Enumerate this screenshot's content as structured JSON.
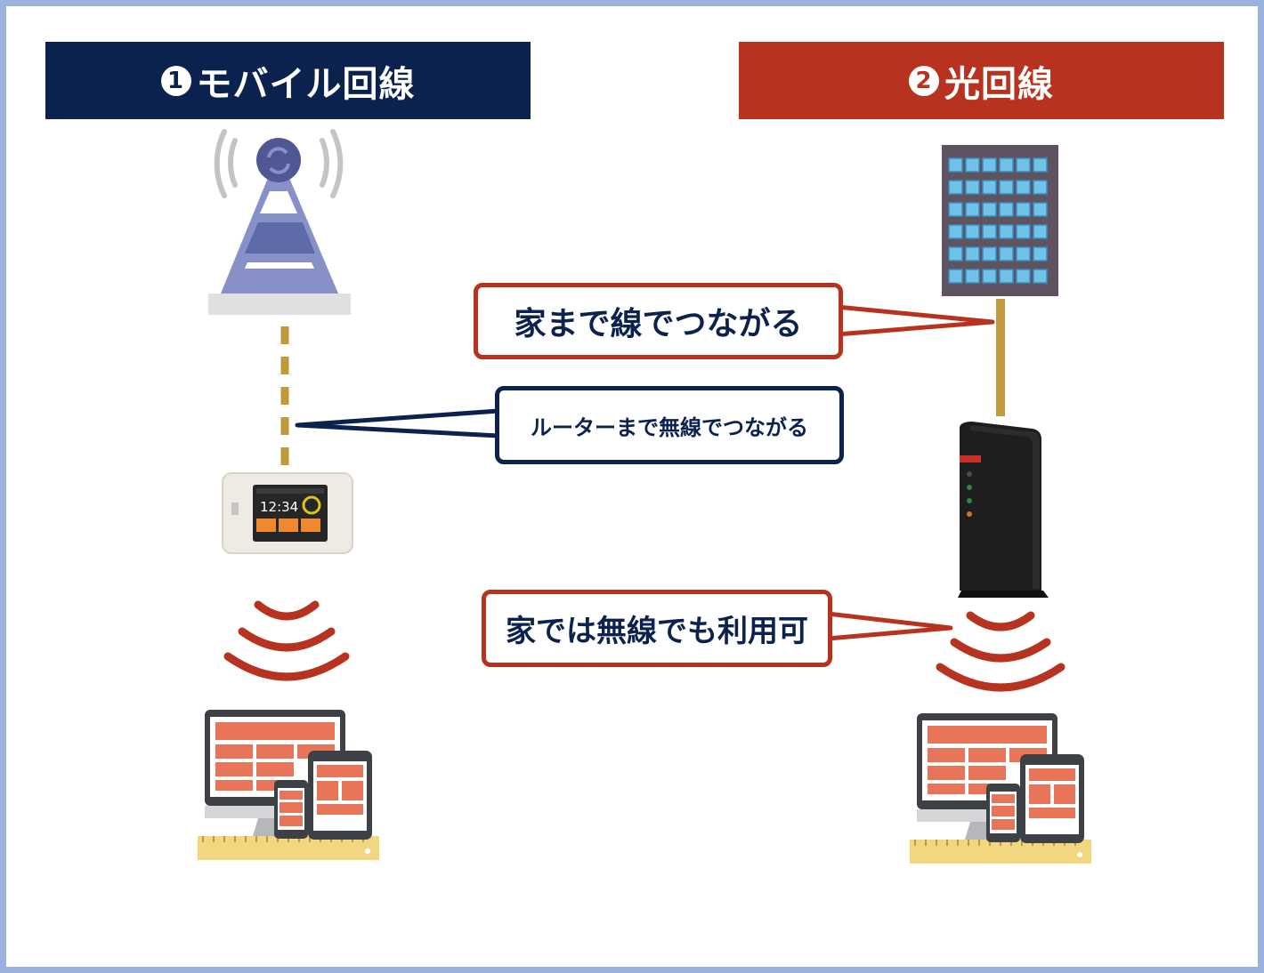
{
  "headers": {
    "mobile": {
      "number": "1",
      "label": "モバイル回線"
    },
    "fiber": {
      "number": "2",
      "label": "光回線"
    }
  },
  "callouts": {
    "fiber_wired": "家まで線でつながる",
    "mobile_wireless": "ルーターまで無線でつながる",
    "fiber_home_wireless": "家では無線でも利用可"
  },
  "router_screen": {
    "time": "12:34"
  },
  "colors": {
    "navy": "#0b224f",
    "red": "#b8331f",
    "frame": "#9bb3dc",
    "cable": "#c19a3e",
    "device_orange": "#e8745a"
  },
  "icons": [
    "antenna-tower-icon",
    "mobile-router-icon",
    "wifi-waves-icon",
    "devices-icon",
    "office-building-icon",
    "fiber-router-icon"
  ]
}
